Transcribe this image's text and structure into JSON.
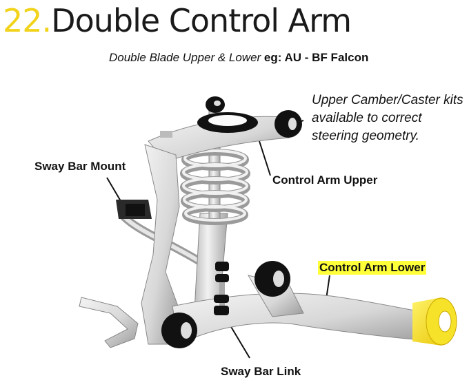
{
  "title": {
    "number": "22.",
    "text": "Double Control Arm"
  },
  "subtitle": {
    "italic": "Double Blade Upper & Lower",
    "bold": "eg: AU - BF Falcon"
  },
  "note": "Upper Camber/Caster kits available to correct steering geometry.",
  "labels": {
    "sway_bar_mount": "Sway Bar Mount",
    "control_arm_upper": "Control Arm Upper",
    "control_arm_lower": "Control Arm Lower",
    "sway_bar_link": "Sway Bar Link"
  },
  "colors": {
    "accent_yellow": "#f2d31b",
    "highlight_yellow": "#ffff3a",
    "bushing_black": "#111111",
    "metal_grey": "#d9d9d9"
  },
  "icons": {
    "illustration": "suspension-assembly-illustration",
    "highlighted_bush": "yellow-bush-icon"
  }
}
